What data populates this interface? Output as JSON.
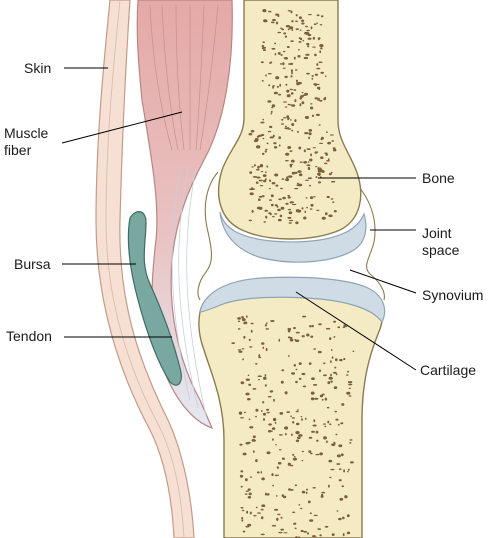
{
  "labels": {
    "skin": "Skin",
    "muscle_fiber": [
      "Muscle",
      "fiber"
    ],
    "bursa": "Bursa",
    "tendon": "Tendon",
    "bone": "Bone",
    "joint_space": [
      "Joint",
      "space"
    ],
    "synovium": "Synovium",
    "cartilage": "Cartilage"
  },
  "colors": {
    "bone_fill": "#f4ebc4",
    "bone_stroke": "#8a7b50",
    "bone_pores": "#7a5f3a",
    "cartilage": "#cfdce6",
    "cartilage_stroke": "#8ea4b3",
    "muscle": "#e7b3b0",
    "muscle_stroke": "#b98582",
    "tendon": "#dfe6f1",
    "skin_band": "#f6dfd3",
    "skin_stroke": "#c49b88",
    "bursa": "#79a8a0",
    "bursa_stroke": "#3f6b64",
    "synovium_line": "#8a7b50",
    "leader_line": "#000000"
  }
}
